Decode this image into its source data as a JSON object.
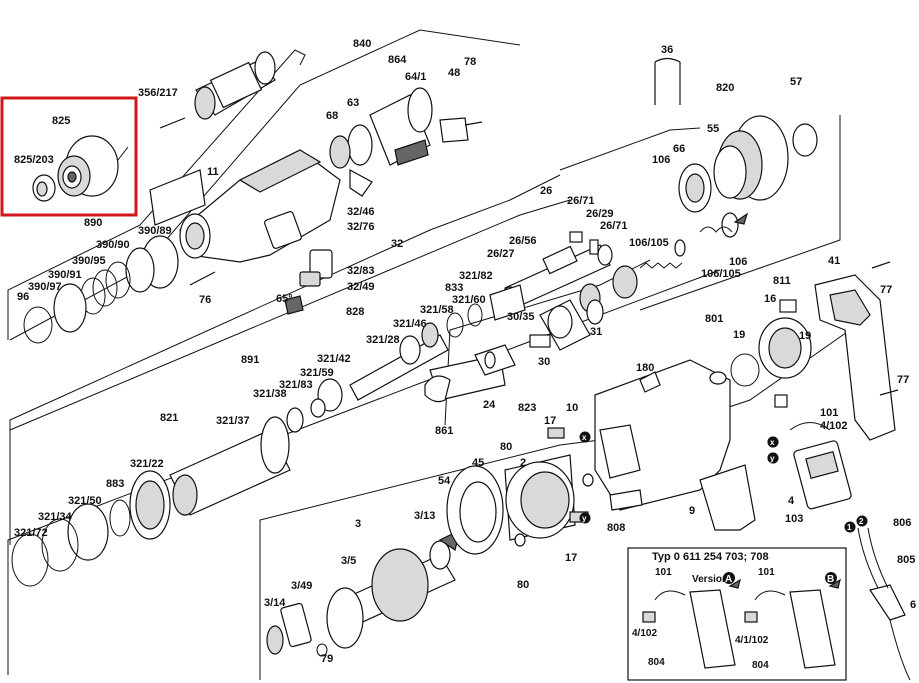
{
  "callouts": [
    {
      "id": "c825",
      "text": "825"
    },
    {
      "id": "c825_203",
      "text": "825/203"
    },
    {
      "id": "c356_217",
      "text": "356/217"
    },
    {
      "id": "c840",
      "text": "840"
    },
    {
      "id": "c864",
      "text": "864"
    },
    {
      "id": "c48",
      "text": "48"
    },
    {
      "id": "c78",
      "text": "78"
    },
    {
      "id": "c64_1",
      "text": "64/1"
    },
    {
      "id": "c68",
      "text": "68"
    },
    {
      "id": "c63",
      "text": "63"
    },
    {
      "id": "c36",
      "text": "36"
    },
    {
      "id": "c820",
      "text": "820"
    },
    {
      "id": "c57",
      "text": "57"
    },
    {
      "id": "c55",
      "text": "55"
    },
    {
      "id": "c66",
      "text": "66"
    },
    {
      "id": "c106a",
      "text": "106"
    },
    {
      "id": "c11",
      "text": "11"
    },
    {
      "id": "c890",
      "text": "890"
    },
    {
      "id": "c390_89",
      "text": "390/89"
    },
    {
      "id": "c390_90",
      "text": "390/90"
    },
    {
      "id": "c390_95",
      "text": "390/95"
    },
    {
      "id": "c390_91",
      "text": "390/91"
    },
    {
      "id": "c390_97",
      "text": "390/97"
    },
    {
      "id": "c96",
      "text": "96"
    },
    {
      "id": "c76",
      "text": "76"
    },
    {
      "id": "c26",
      "text": "26"
    },
    {
      "id": "c26_71a",
      "text": "26/71"
    },
    {
      "id": "c26_29",
      "text": "26/29"
    },
    {
      "id": "c26_71b",
      "text": "26/71"
    },
    {
      "id": "c26_56",
      "text": "26/56"
    },
    {
      "id": "c26_27",
      "text": "26/27"
    },
    {
      "id": "c106_105a",
      "text": "106/105"
    },
    {
      "id": "c106b",
      "text": "106"
    },
    {
      "id": "c106_105b",
      "text": "106/105"
    },
    {
      "id": "c32_46",
      "text": "32/46"
    },
    {
      "id": "c32_76",
      "text": "32/76"
    },
    {
      "id": "c32",
      "text": "32"
    },
    {
      "id": "c32_83",
      "text": "32/83"
    },
    {
      "id": "c32_49",
      "text": "32/49"
    },
    {
      "id": "c65deg",
      "text": "65°"
    },
    {
      "id": "c321_82",
      "text": "321/82"
    },
    {
      "id": "c833",
      "text": "833"
    },
    {
      "id": "c321_60",
      "text": "321/60"
    },
    {
      "id": "c321_58",
      "text": "321/58"
    },
    {
      "id": "c321_46",
      "text": "321/46"
    },
    {
      "id": "c828",
      "text": "828"
    },
    {
      "id": "c321_28",
      "text": "321/28"
    },
    {
      "id": "c30_35",
      "text": "30/35"
    },
    {
      "id": "c30",
      "text": "30"
    },
    {
      "id": "c31",
      "text": "31"
    },
    {
      "id": "c41",
      "text": "41"
    },
    {
      "id": "c77a",
      "text": "77"
    },
    {
      "id": "c811",
      "text": "811"
    },
    {
      "id": "c16",
      "text": "16"
    },
    {
      "id": "c801",
      "text": "801"
    },
    {
      "id": "c19a",
      "text": "19"
    },
    {
      "id": "c19b",
      "text": "19"
    },
    {
      "id": "c77b",
      "text": "77"
    },
    {
      "id": "c891",
      "text": "891"
    },
    {
      "id": "c321_42",
      "text": "321/42"
    },
    {
      "id": "c321_59",
      "text": "321/59"
    },
    {
      "id": "c321_83",
      "text": "321/83"
    },
    {
      "id": "c321_38",
      "text": "321/38"
    },
    {
      "id": "c321_37",
      "text": "321/37"
    },
    {
      "id": "c821",
      "text": "821"
    },
    {
      "id": "c180",
      "text": "180"
    },
    {
      "id": "c10",
      "text": "10"
    },
    {
      "id": "c823",
      "text": "823"
    },
    {
      "id": "c24",
      "text": "24"
    },
    {
      "id": "c861",
      "text": "861"
    },
    {
      "id": "c101",
      "text": "101"
    },
    {
      "id": "c4_102a",
      "text": "4/102"
    },
    {
      "id": "c4a",
      "text": "4"
    },
    {
      "id": "c103",
      "text": "103"
    },
    {
      "id": "c806",
      "text": "806"
    },
    {
      "id": "c805",
      "text": "805"
    },
    {
      "id": "c6",
      "text": "6"
    },
    {
      "id": "c17a",
      "text": "17"
    },
    {
      "id": "c17b",
      "text": "17"
    },
    {
      "id": "c2",
      "text": "2"
    },
    {
      "id": "c80a",
      "text": "80"
    },
    {
      "id": "c80b",
      "text": "80"
    },
    {
      "id": "c45",
      "text": "45"
    },
    {
      "id": "c54",
      "text": "54"
    },
    {
      "id": "c3",
      "text": "3"
    },
    {
      "id": "c3_13",
      "text": "3/13"
    },
    {
      "id": "c3_5",
      "text": "3/5"
    },
    {
      "id": "c3_49",
      "text": "3/49"
    },
    {
      "id": "c3_14",
      "text": "3/14"
    },
    {
      "id": "c79",
      "text": "79"
    },
    {
      "id": "c321_22",
      "text": "321/22"
    },
    {
      "id": "c883",
      "text": "883"
    },
    {
      "id": "c321_50",
      "text": "321/50"
    },
    {
      "id": "c321_34",
      "text": "321/34"
    },
    {
      "id": "c321_72",
      "text": "321/72"
    },
    {
      "id": "c9",
      "text": "9"
    },
    {
      "id": "c808",
      "text": "808"
    }
  ],
  "connector_marks": [
    {
      "id": "xa",
      "text": "x"
    },
    {
      "id": "ya",
      "text": "y"
    },
    {
      "id": "xb",
      "text": "x"
    },
    {
      "id": "yb",
      "text": "y"
    },
    {
      "id": "xc",
      "text": "x"
    },
    {
      "id": "yc",
      "text": "y"
    },
    {
      "id": "n1",
      "text": "1"
    },
    {
      "id": "n2",
      "text": "2"
    }
  ],
  "inset": {
    "title": "Typ 0 611 254 703; 708",
    "version_label": "Version",
    "version_a": "A",
    "version_b": "B",
    "labels": [
      {
        "id": "i101a",
        "text": "101"
      },
      {
        "id": "i101b",
        "text": "101"
      },
      {
        "id": "i4_102",
        "text": "4/102"
      },
      {
        "id": "i4_1_102",
        "text": "4/1/102"
      },
      {
        "id": "i804a",
        "text": "804"
      },
      {
        "id": "i804b",
        "text": "804"
      }
    ]
  },
  "highlight": {
    "color": "#d3151c"
  }
}
